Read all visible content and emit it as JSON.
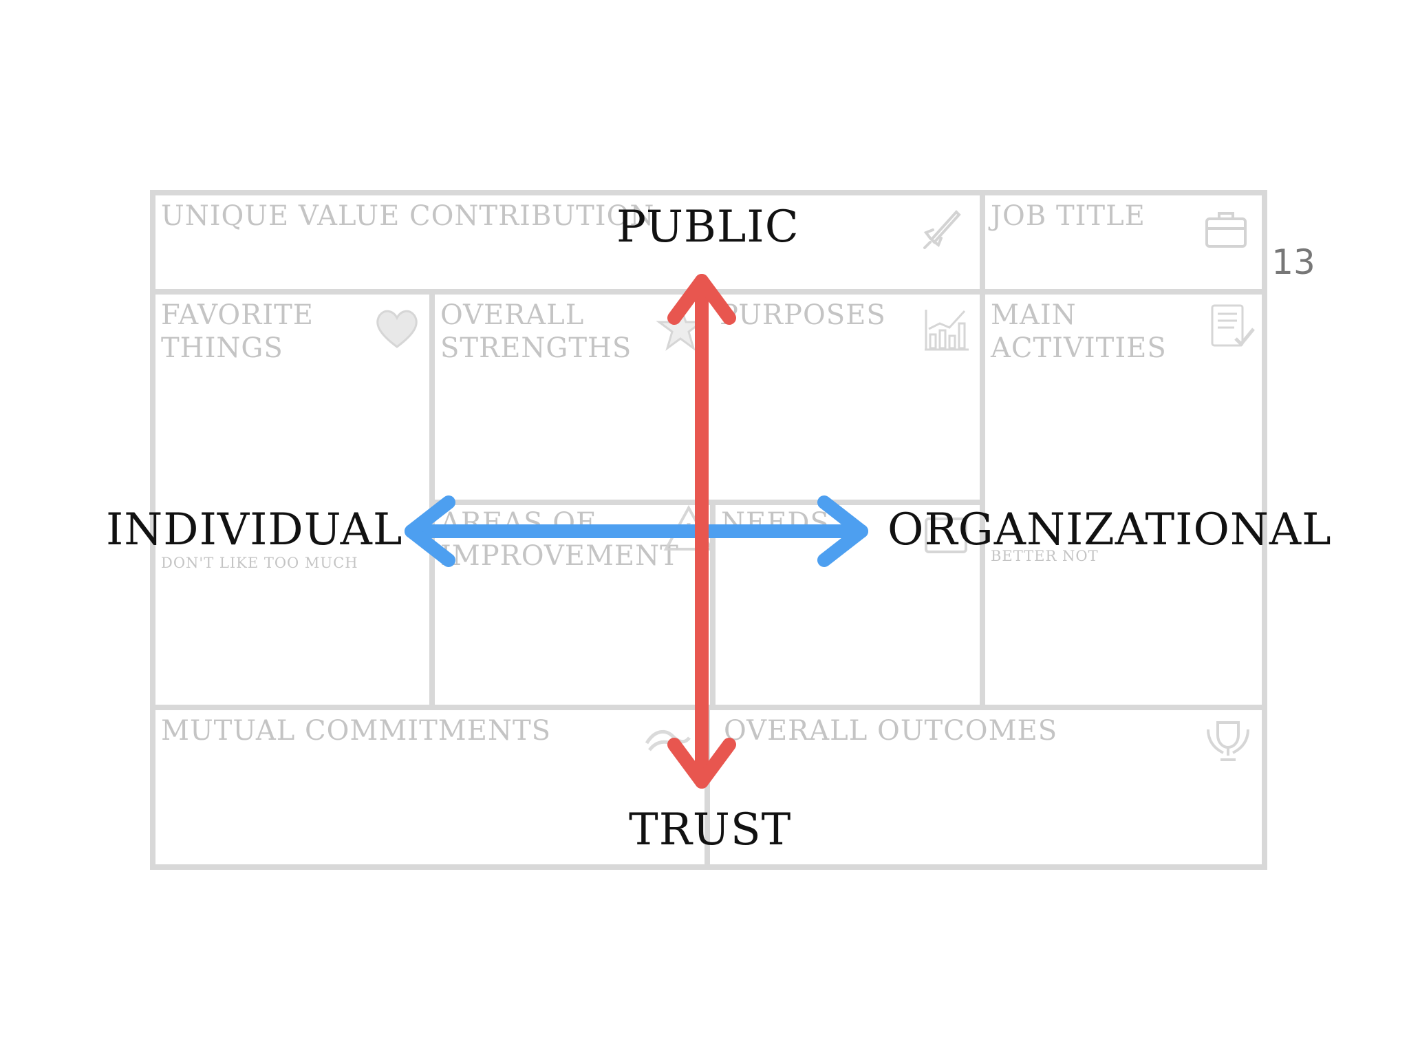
{
  "slide_number": "13",
  "canvas_cells": {
    "unique_value": {
      "title": "UNIQUE VALUE CONTRIBUTION",
      "icon": "rocket-icon"
    },
    "job_title": {
      "title": "JOB TITLE",
      "icon": "briefcase-icon"
    },
    "favorite_things": {
      "title": "FAVORITE\nTHINGS",
      "icon": "heart-icon"
    },
    "overall_strengths": {
      "title": "OVERALL\nSTRENGTHS",
      "icon": "star-icon"
    },
    "purposes": {
      "title": "PURPOSES",
      "icon": "bar-chart-icon"
    },
    "main_activities": {
      "title": "MAIN\nACTIVITIES",
      "icon": "checklist-icon"
    },
    "dont_like": {
      "subtitle": "DON'T LIKE TOO MUCH"
    },
    "areas_of_improvement": {
      "title": "AREAS OF\nIMPROVEMENT",
      "icon": "warning-icon"
    },
    "needs": {
      "title": "NEEDS",
      "icon": "box-icon"
    },
    "better_not": {
      "subtitle": "BETTER NOT"
    },
    "mutual_commitments": {
      "title": "MUTUAL COMMITMENTS",
      "icon": "handshake-icon"
    },
    "overall_outcomes": {
      "title": "OVERALL OUTCOMES",
      "icon": "trophy-icon"
    }
  },
  "axes": {
    "top": "PUBLIC",
    "bottom": "TRUST",
    "left": "INDIVIDUAL",
    "right": "ORGANIZATIONAL"
  },
  "colors": {
    "vertical_arrow": "#e8564f",
    "horizontal_arrow": "#4d9ff0",
    "grid_border": "#d8d8d8",
    "faded_text": "#c4c4c4",
    "axis_text": "#111111"
  }
}
